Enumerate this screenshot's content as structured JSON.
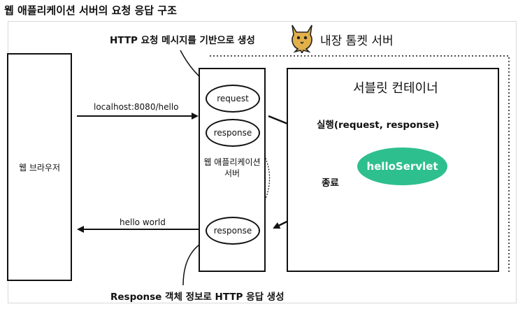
{
  "title": "웹 애플리케이션 서버의 요청 응답 구조",
  "browser": {
    "label": "웹 브라우저"
  },
  "tomcat": {
    "label": "내장 톰켓 서버"
  },
  "was": {
    "label_line1": "웹 애플리케이션",
    "label_line2": "서버"
  },
  "container": {
    "label": "서블릿 컨테이너"
  },
  "servlet": {
    "label": "helloServlet"
  },
  "request_oval": {
    "label": "request"
  },
  "response_oval_top": {
    "label": "response"
  },
  "response_oval_bottom": {
    "label": "response"
  },
  "annotations": {
    "request_note": "HTTP 요청 메시지를 기반으로 생성",
    "response_note": "Response 객체 정보로 HTTP 응답 생성",
    "url": "localhost:8080/hello",
    "hello_world": "hello world",
    "execute": "실행(request, response)",
    "finish": "종료"
  },
  "colors": {
    "servlet_fill": "#2ebf8e",
    "stroke": "#111111"
  },
  "icons": {
    "tomcat": "tomcat-cat-icon"
  }
}
